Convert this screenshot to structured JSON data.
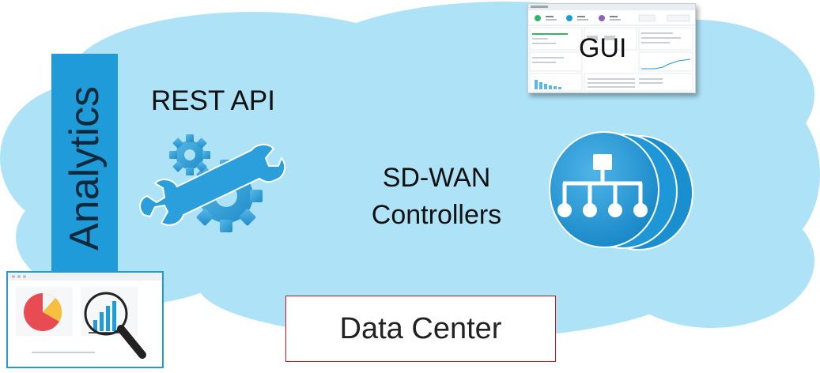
{
  "labels": {
    "rest_api": "REST API",
    "gui": "GUI",
    "sdwan_line1": "SD-WAN",
    "sdwan_line2": "Controllers",
    "analytics": "Analytics",
    "data_center": "Data Center"
  },
  "colors": {
    "cloud_fill": "#aee3f7",
    "cloud_edge": "#9fd8f0",
    "accent_blue": "#1e9bd8",
    "controller_blue": "#1f9ad8",
    "data_center_border": "#d0121b"
  },
  "icons": {
    "rest_api": "wrench-gear-icon",
    "controllers": "network-hierarchy-icon",
    "analytics": "chart-magnifier-icon",
    "gui": "dashboard-screenshot"
  }
}
